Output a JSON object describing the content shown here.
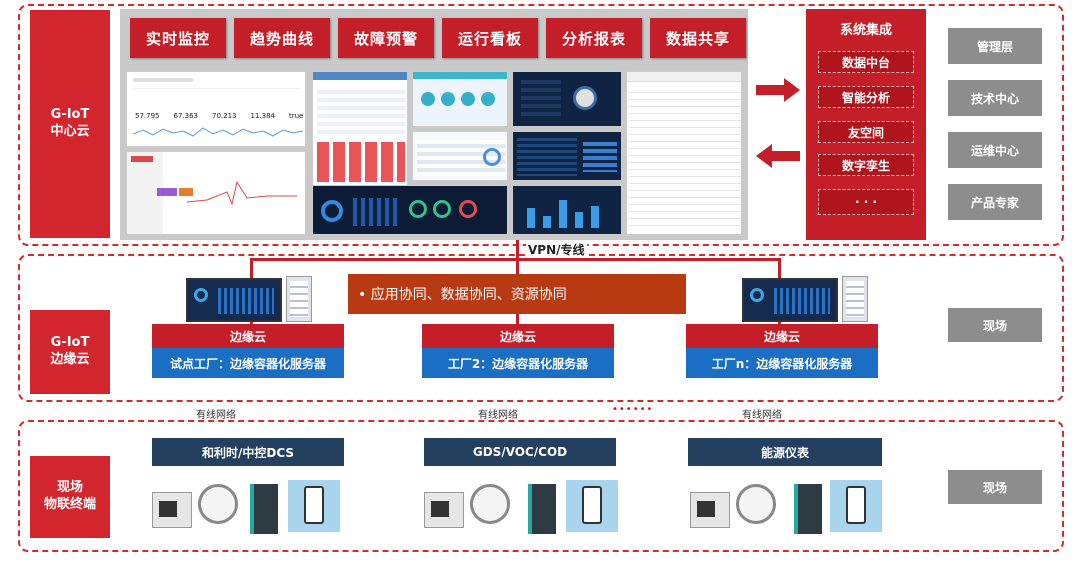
{
  "tiers": {
    "center_label": "G-IoT\n中心云",
    "edge_label": "G-IoT\n边缘云",
    "field_label": "现场\n物联终端"
  },
  "functions": [
    "实时监控",
    "趋势曲线",
    "故障预警",
    "运行看板",
    "分析报表",
    "数据共享"
  ],
  "system_integration": {
    "title": "系统集成",
    "items": [
      "数据中台",
      "智能分析",
      "友空间",
      "数字孪生",
      "· · ·"
    ]
  },
  "right_panels": [
    "管理层",
    "技术中心",
    "运维中心",
    "产品专家"
  ],
  "right_field": [
    "现场",
    "现场"
  ],
  "vpn_label": "VPN/专线",
  "collab_text": "•  应用协同、数据协同、资源协同",
  "edge_nodes": [
    {
      "top": "边缘云",
      "bottom": "试点工厂：边缘容器化服务器"
    },
    {
      "top": "边缘云",
      "bottom": "工厂2：边缘容器化服务器"
    },
    {
      "top": "边缘云",
      "bottom": "工厂n：边缘容器化服务器"
    }
  ],
  "network_label": "有线网络",
  "ellipsis": "••••••",
  "field_systems": [
    "和利时/中控DCS",
    "GDS/VOC/COD",
    "能源仪表"
  ],
  "dashboard_values": [
    "57.795",
    "67.363",
    "70.213",
    "11.384",
    "true"
  ],
  "colors": {
    "accent_red": "#c41f28",
    "edge_blue": "#1a6fc4",
    "navy": "#24405f",
    "gray": "#8d8d8d",
    "collab_bg": "#b83a12"
  }
}
